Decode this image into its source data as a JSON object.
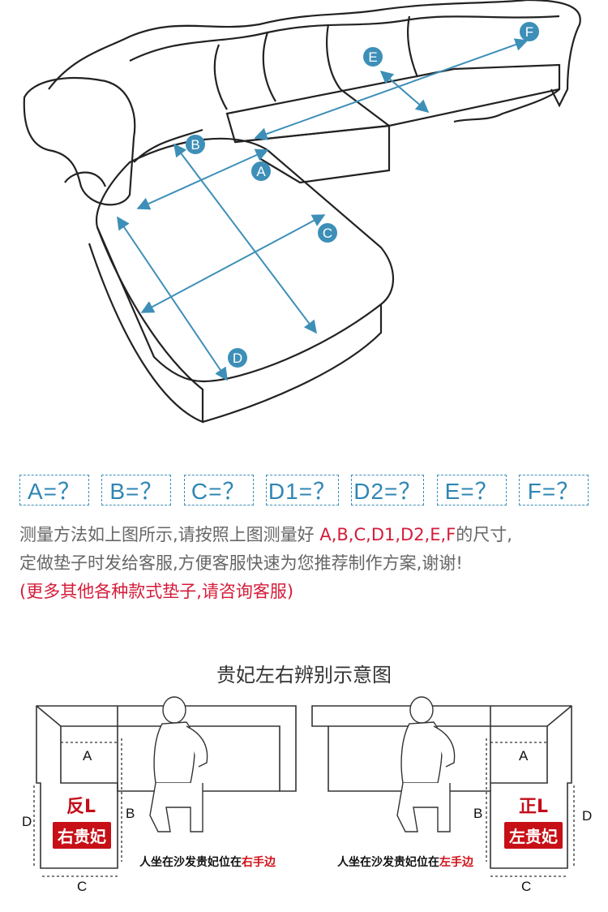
{
  "measure_boxes": [
    "A=？",
    "B=？",
    "C=？",
    "D1=？",
    "D2=？",
    "E=？",
    "F=？"
  ],
  "point_labels": [
    "A",
    "B",
    "C",
    "D",
    "E",
    "F"
  ],
  "instructions": {
    "line1_prefix": "测量方法如上图所示,请按照上图测量好 ",
    "line1_highlight": "A,B,C,D1,D2,E,F",
    "line1_suffix": "的尺寸,",
    "line2": "定做垫子时发给客服,方便客服快速为您推荐制作方案,谢谢!",
    "line3": "(更多其他各种款式垫子,请咨询客服)"
  },
  "diagram_title": "贵妃左右辨别示意图",
  "left_diagram": {
    "type_label": "反L",
    "badge": "右贵妃",
    "dim_labels": [
      "A",
      "B",
      "C",
      "D"
    ],
    "caption_prefix": "人坐在沙发贵妃位在",
    "caption_highlight": "右手边"
  },
  "right_diagram": {
    "type_label": "正L",
    "badge": "左贵妃",
    "dim_labels": [
      "A",
      "B",
      "C",
      "D"
    ],
    "caption_prefix": "人坐在沙发贵妃位在",
    "caption_highlight": "左手边"
  },
  "colors": {
    "accent_blue": "#3d8fb8",
    "red": "#c70f16",
    "text_gray": "#666666"
  }
}
